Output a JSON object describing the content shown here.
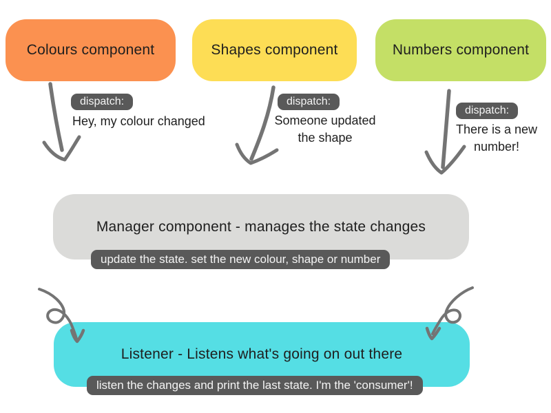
{
  "components": [
    {
      "label": "Colours component",
      "color": "#FB9150",
      "dispatch_label": "dispatch:",
      "message": "Hey, my colour changed"
    },
    {
      "label": "Shapes component",
      "color": "#FDDD55",
      "dispatch_label": "dispatch:",
      "message": "Someone updated the shape"
    },
    {
      "label": "Numbers component",
      "color": "#C4DF66",
      "dispatch_label": "dispatch:",
      "message": "There is a new number!"
    }
  ],
  "manager": {
    "label": "Manager component - manages the state changes",
    "color": "#DBDBD9",
    "note": "update the state. set the new colour, shape or number"
  },
  "listener": {
    "label": "Listener - Listens what's going on out there",
    "color": "#55DEE4",
    "note": "listen the changes and print the last state. I'm the 'consumer'!"
  },
  "colors": {
    "badge_bg": "#595959",
    "badge_text": "#F4F4F4",
    "arrow": "#747474",
    "text": "#1E1E1E",
    "background": "#FFFFFF"
  }
}
